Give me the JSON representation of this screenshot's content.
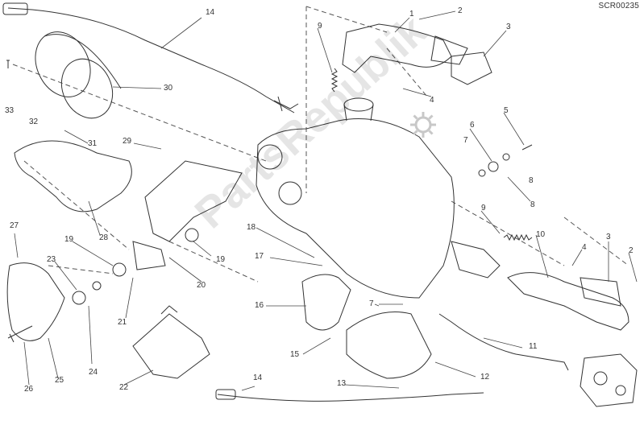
{
  "ref_code": "SCR00235",
  "watermark": "PartsRepublik",
  "colors": {
    "line": "#333333",
    "watermark": "#cccccc"
  },
  "labels": [
    "1",
    "2",
    "3",
    "4",
    "5",
    "6",
    "7",
    "8",
    "9",
    "10",
    "11",
    "12",
    "13",
    "14",
    "15",
    "16",
    "17",
    "18",
    "19",
    "20",
    "21",
    "22",
    "23",
    "24",
    "25",
    "26",
    "27",
    "28",
    "29",
    "30",
    "31",
    "32",
    "33"
  ]
}
